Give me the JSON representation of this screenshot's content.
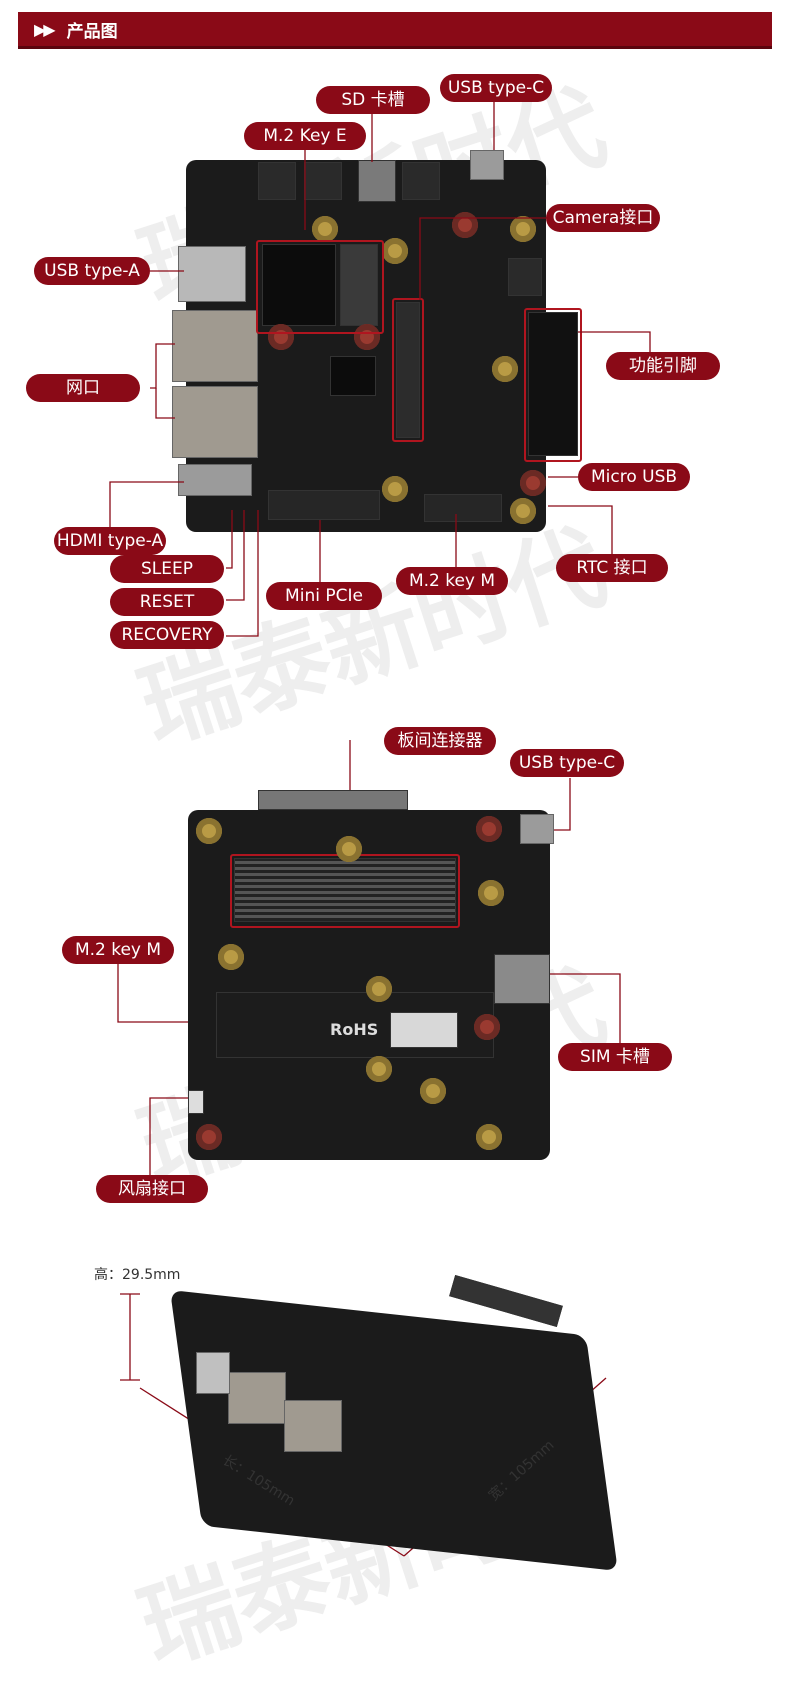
{
  "header": {
    "title": "产品图",
    "arrows": "▶▶"
  },
  "watermark": "瑞泰新时代",
  "board_top": {
    "labels": {
      "sd": "SD 卡槽",
      "usb_c": "USB type-C",
      "m2e": "M.2 Key E",
      "camera": "Camera接口",
      "usb_a": "USB type-A",
      "pins": "功能引脚",
      "lan": "网口",
      "micro_usb": "Micro USB",
      "hdmi": "HDMI type-A",
      "rtc": "RTC 接口",
      "sleep": "SLEEP",
      "m2m": "M.2 key M",
      "reset": "RESET",
      "pcie": "Mini PCIe",
      "recovery": "RECOVERY"
    }
  },
  "board_bottom": {
    "labels": {
      "b2b": "板间连接器",
      "usb_c": "USB type-C",
      "m2m": "M.2 key M",
      "sim": "SIM 卡槽",
      "fan": "风扇接口"
    },
    "rohs": "RoHS"
  },
  "dimensions": {
    "height": "高：29.5mm",
    "length": "长：105mm",
    "width": "宽：105mm"
  }
}
